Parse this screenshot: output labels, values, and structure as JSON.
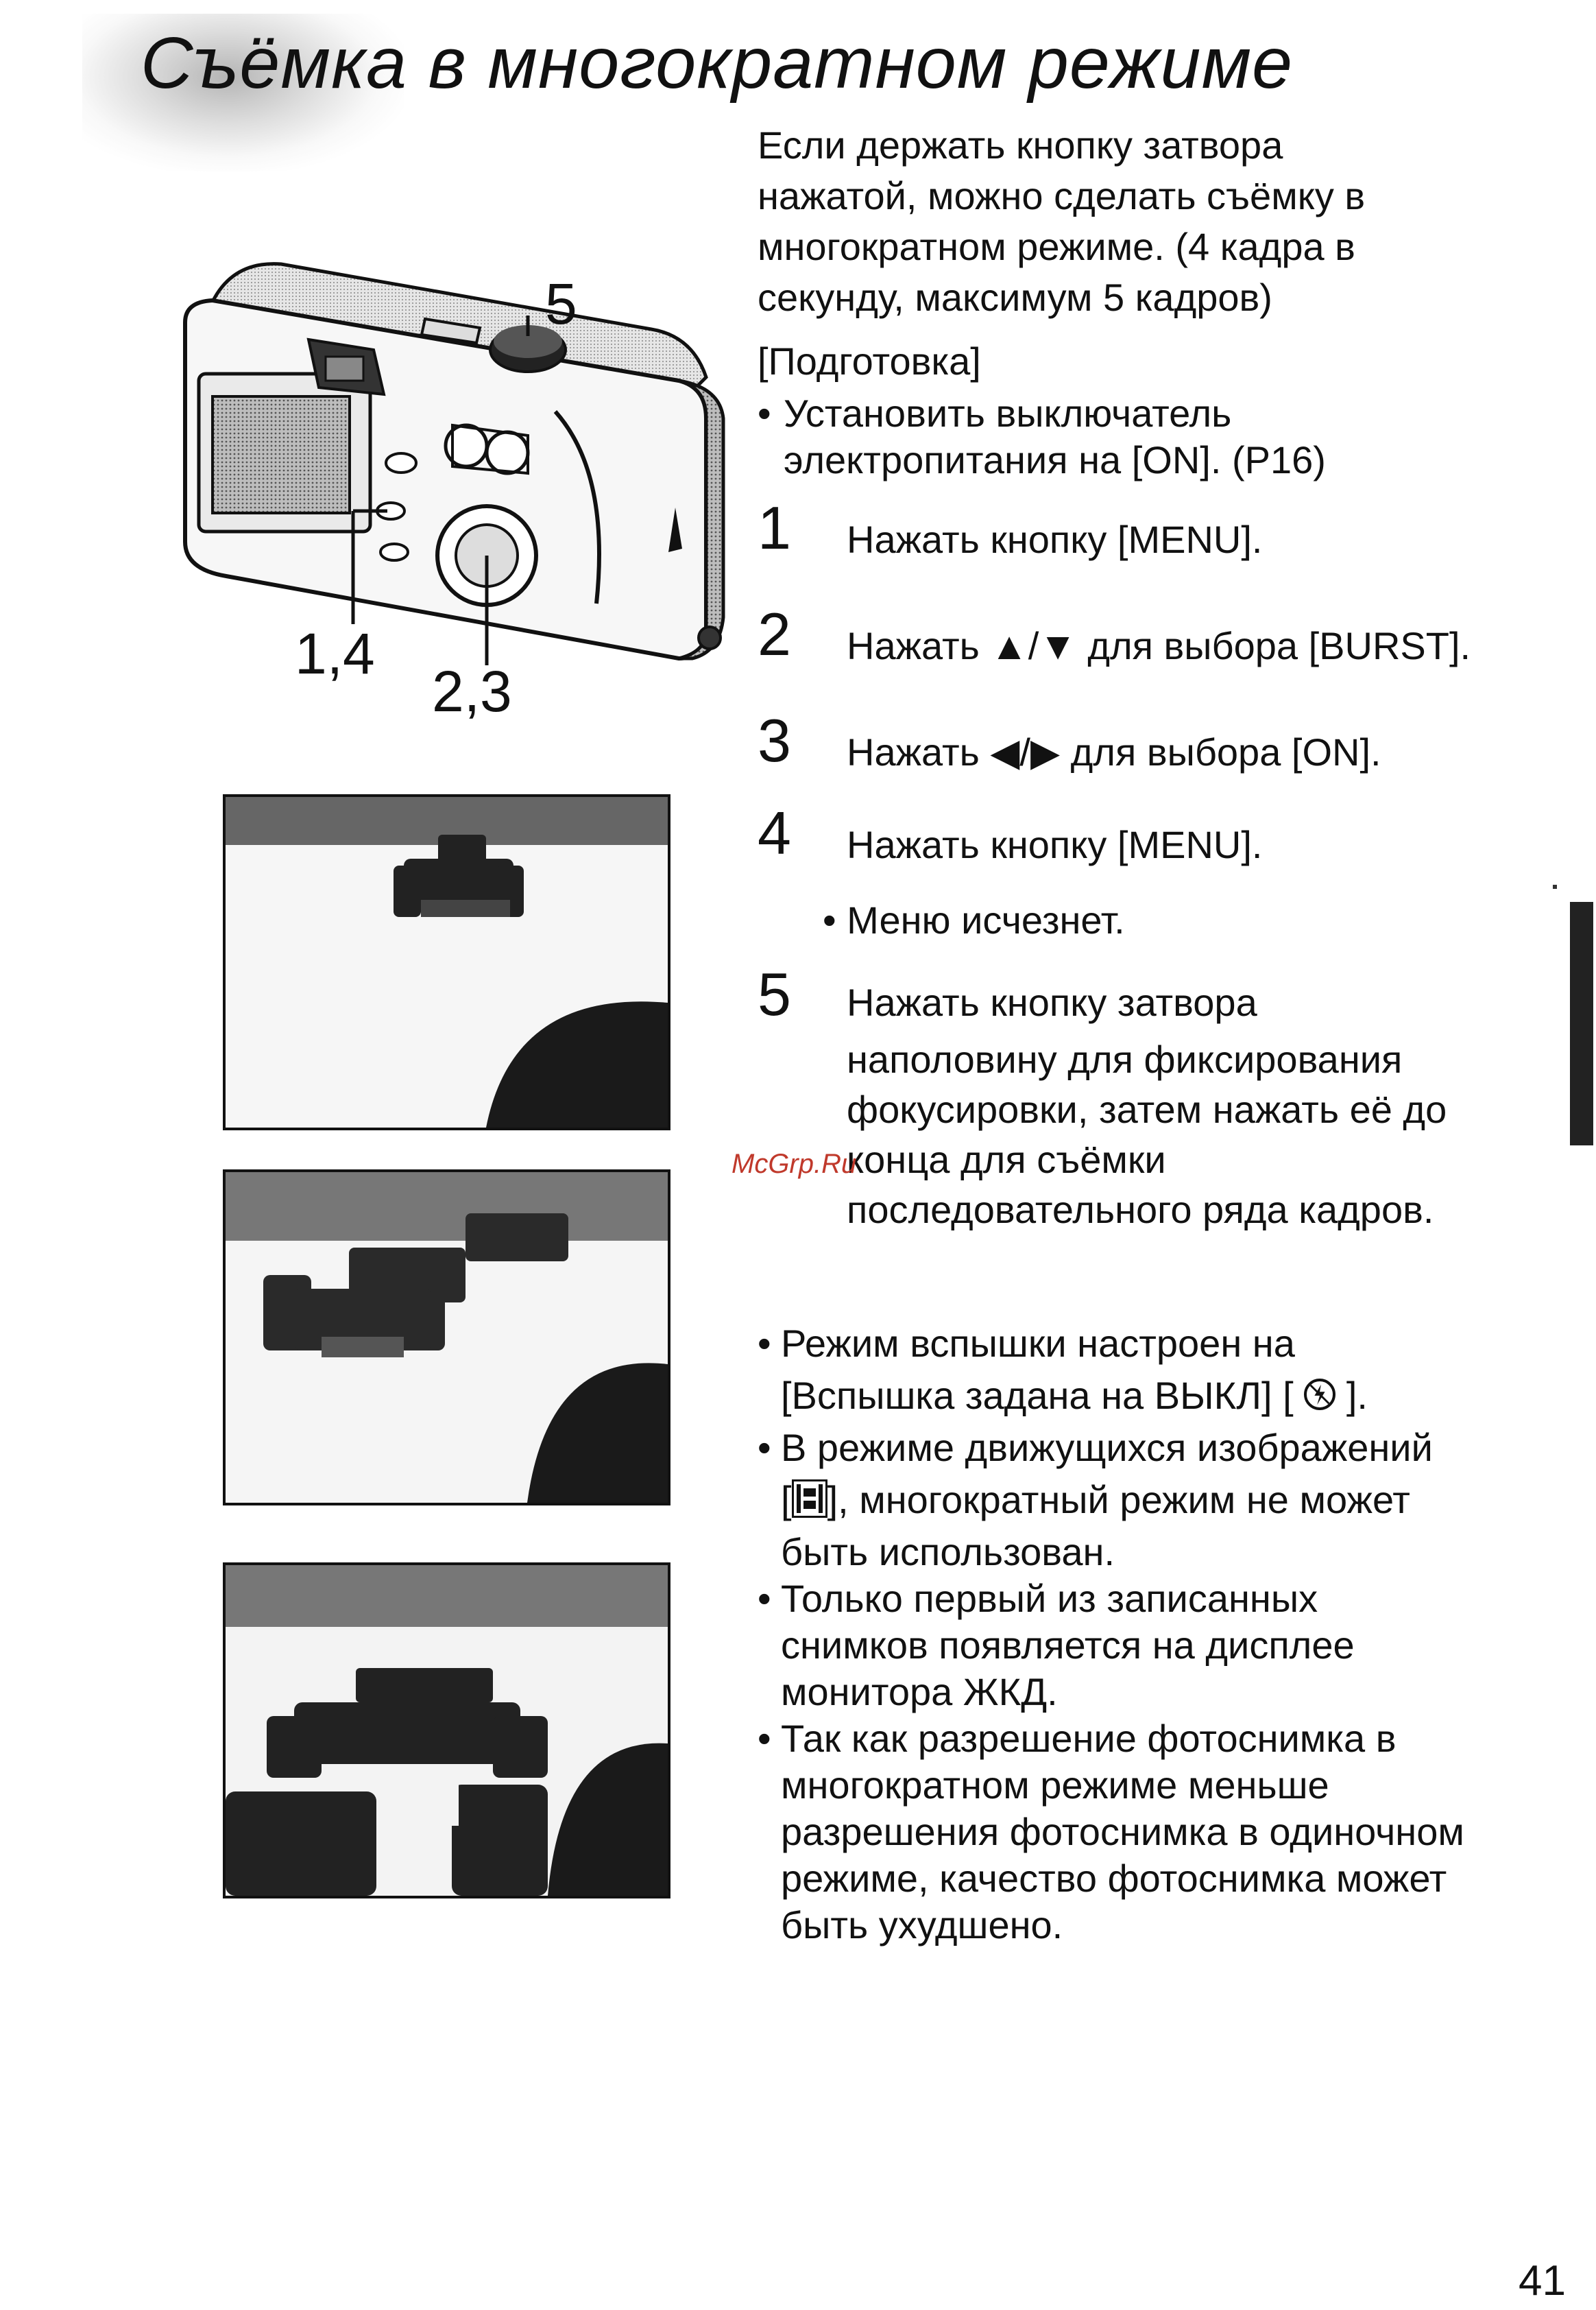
{
  "title": "Съёмка в многократном режиме",
  "intro": [
    "Если держать кнопку затвора",
    "нажатой, можно сделать съёмку в",
    "многократном режиме. (4 кадра в",
    "секунду, максимум 5 кадров)"
  ],
  "preparation": {
    "heading": "[Подготовка]",
    "bullet": "•",
    "lines": [
      "Установить выключатель",
      "электропитания на [ON]. (P16)"
    ]
  },
  "steps": [
    {
      "num": "1",
      "lines": [
        "Нажать кнопку [MENU]."
      ]
    },
    {
      "num": "2",
      "lines": [
        "Нажать ▲/▼ для выбора [BURST]."
      ]
    },
    {
      "num": "3",
      "lines": [
        "Нажать ◀/▶ для выбора [ON]."
      ]
    },
    {
      "num": "4",
      "lines": [
        "Нажать кнопку [MENU]."
      ]
    },
    {
      "num": "5",
      "lines": [
        "Нажать кнопку затвора",
        "наполовину для фиксирования",
        "фокусировки, затем нажать её до",
        "конца для съёмки",
        "последовательного ряда кадров."
      ]
    }
  ],
  "step4_note": "• Меню исчезнет.",
  "camera_labels": {
    "shutter": "5",
    "left": "1,4",
    "center": "2,3"
  },
  "notes": {
    "bullet": "•",
    "n1_l1": "Режим вспышки настроен на",
    "n1_l2a": "[Вспышка задана на ВЫКЛ] [",
    "n1_l2b": "].",
    "n2_l1": "В режиме движущихся изображений",
    "n2_l2a": "[",
    "n2_l2b": "], многократный режим не может",
    "n2_l3": "быть использован.",
    "n3_l1": "Только первый из записанных",
    "n3_l2": "снимков появляется на дисплее",
    "n3_l3": "монитора ЖКД.",
    "n4_l1": "Так как разрешение фотоснимка в",
    "n4_l2": "многократном режиме меньше",
    "n4_l3": "разрешения фотоснимка в одиночном",
    "n4_l4": "режиме, качество фотоснимка может",
    "n4_l5": "быть ухудшено."
  },
  "watermark": "McGrp.Ru",
  "page_number": "41"
}
